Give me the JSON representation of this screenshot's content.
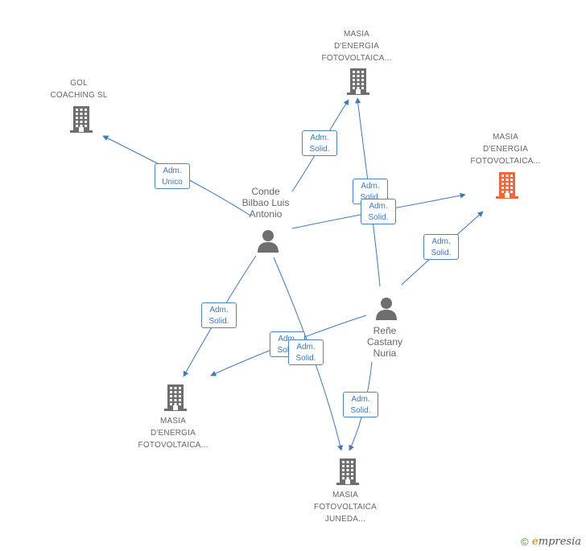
{
  "colors": {
    "company": "#6e6e6e",
    "company_highlight": "#f0683a",
    "person": "#6e6e6e",
    "edge": "#3b79c0",
    "footer_green": "#3a9a3a"
  },
  "nodes": {
    "gol": {
      "lines": [
        "GOL",
        "COACHING SL"
      ],
      "icon": "building-icon"
    },
    "masia_top": {
      "lines": [
        "MASIA",
        "D'ENERGIA",
        "FOTOVOLTAICA..."
      ],
      "icon": "building-icon"
    },
    "masia_right": {
      "lines": [
        "MASIA",
        "D'ENERGIA",
        "FOTOVOLTAICA..."
      ],
      "icon": "building-icon",
      "highlight": true
    },
    "conde": {
      "lines": [
        "Conde",
        "Bilbao Luis",
        "Antonio"
      ],
      "icon": "person-icon"
    },
    "rene": {
      "lines": [
        "Reñe",
        "Castany",
        "Nuria"
      ],
      "icon": "person-icon"
    },
    "masia_left": {
      "lines": [
        "MASIA",
        "D'ENERGIA",
        "FOTOVOLTAICA..."
      ],
      "icon": "building-icon"
    },
    "masia_bottom": {
      "lines": [
        "MASIA",
        "FOTOVOLTAICA",
        "JUNEDA..."
      ],
      "icon": "building-icon"
    }
  },
  "edges": [
    {
      "from": "conde",
      "to": "gol",
      "label": [
        "Adm.",
        "Unico"
      ]
    },
    {
      "from": "conde",
      "to": "masia_top",
      "label": [
        "Adm.",
        "Solid."
      ]
    },
    {
      "from": "rene",
      "to": "masia_top",
      "label": [
        "Adm.",
        "Solid."
      ]
    },
    {
      "from": "conde",
      "to": "masia_right",
      "label": [
        "Adm.",
        "Solid."
      ]
    },
    {
      "from": "rene",
      "to": "masia_right",
      "label": [
        "Adm.",
        "Solid."
      ]
    },
    {
      "from": "conde",
      "to": "masia_left",
      "label": [
        "Adm.",
        "Solid."
      ]
    },
    {
      "from": "rene",
      "to": "masia_left",
      "label": [
        "Adm.",
        "Solid."
      ]
    },
    {
      "from": "conde",
      "to": "masia_bottom",
      "label": [
        "Adm.",
        "Solid."
      ]
    },
    {
      "from": "rene",
      "to": "masia_bottom",
      "label": [
        "Adm.",
        "Solid."
      ]
    }
  ],
  "footer": {
    "copyright": "©",
    "brand_first": "e",
    "brand_rest": "mpresia"
  }
}
